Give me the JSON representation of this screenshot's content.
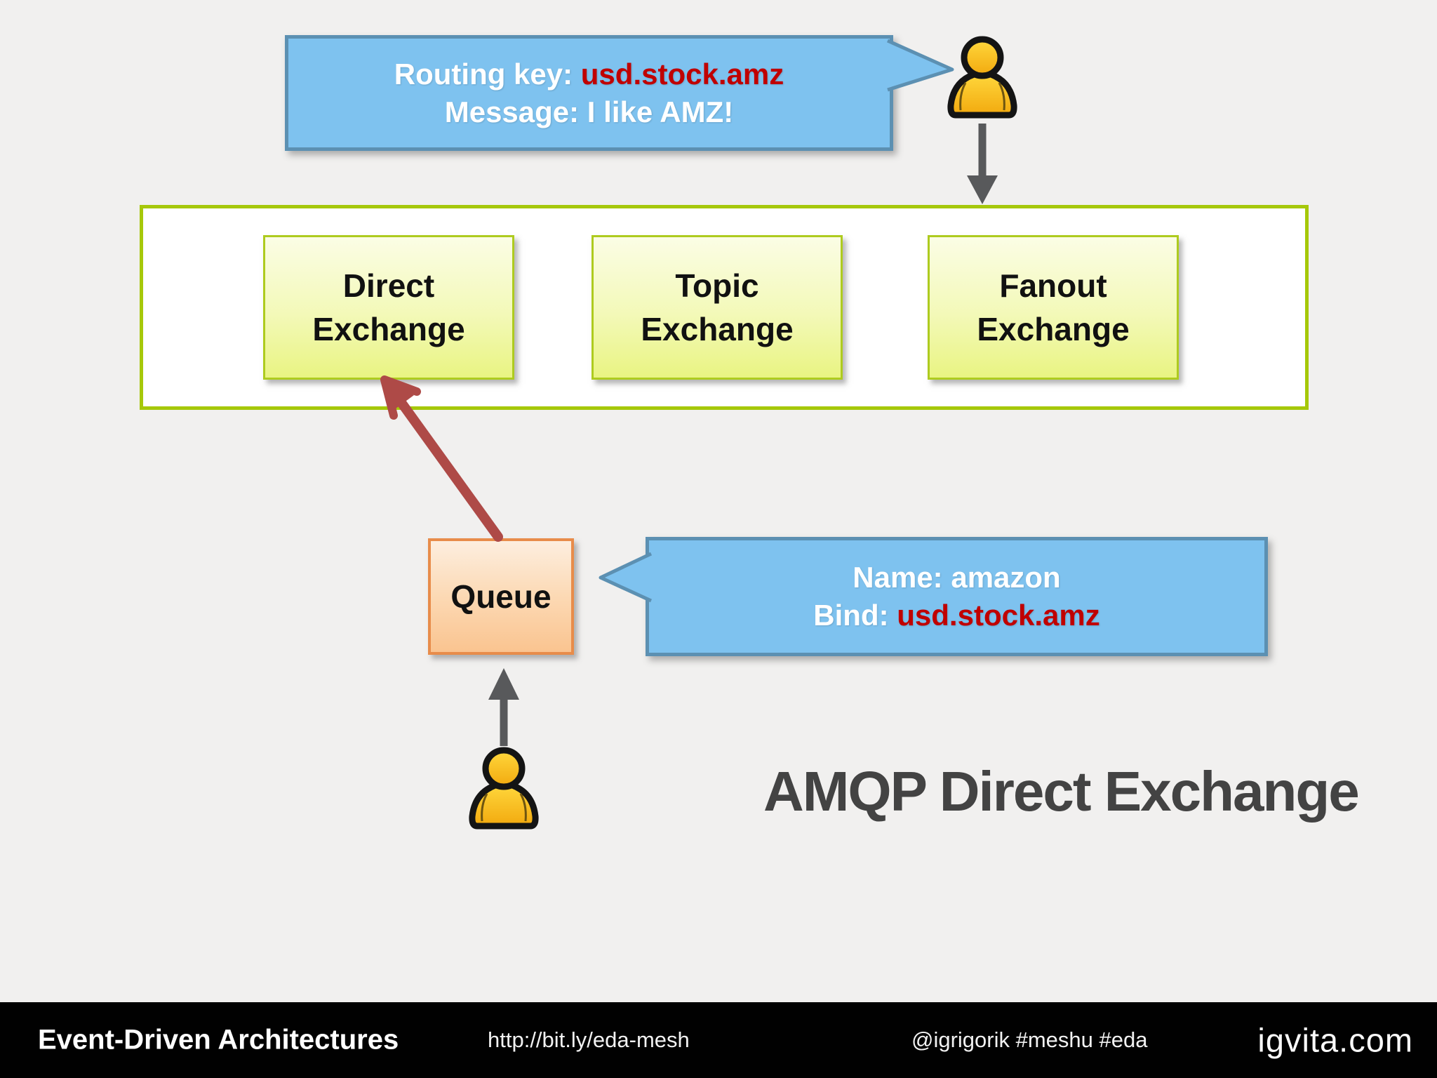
{
  "slide": {
    "title": "AMQP Direct Exchange"
  },
  "producer_note": {
    "line1_label": "Routing key: ",
    "line1_value": "usd.stock.amz",
    "line2": "Message: I like AMZ!"
  },
  "exchanges": {
    "items": [
      {
        "label": "Direct\nExchange"
      },
      {
        "label": "Topic\nExchange"
      },
      {
        "label": "Fanout\nExchange"
      }
    ]
  },
  "queue": {
    "label": "Queue"
  },
  "queue_note": {
    "line1": "Name: amazon",
    "line2_label": "Bind: ",
    "line2_value": "usd.stock.amz"
  },
  "footer": {
    "left": "Event-Driven Architectures",
    "url": "http://bit.ly/eda-mesh",
    "social": "@igrigorik #meshu #eda",
    "brand": "igvita.com"
  },
  "icons": {
    "producer": "person-icon",
    "consumer": "person-icon",
    "down_arrow": "arrow-down-icon",
    "up_arrow": "arrow-up-icon",
    "bind_arrow": "arrow-diagonal-icon"
  },
  "colors": {
    "background": "#f1f0ef",
    "bubble_fill": "#7ec2ef",
    "bubble_border": "#5c90b2",
    "highlight_red": "#c00000",
    "container_border": "#a6c80a",
    "exchange_fill_top": "#fbfde5",
    "exchange_fill_bottom": "#e9f482",
    "exchange_border": "#aecb1f",
    "queue_fill_top": "#fdeedf",
    "queue_fill_bottom": "#fac490",
    "queue_border": "#e88c4a",
    "arrow_gray": "#58595b",
    "arrow_red": "#ae4a47",
    "person_fill": "#ffd23a",
    "footer_bg": "#010101"
  }
}
